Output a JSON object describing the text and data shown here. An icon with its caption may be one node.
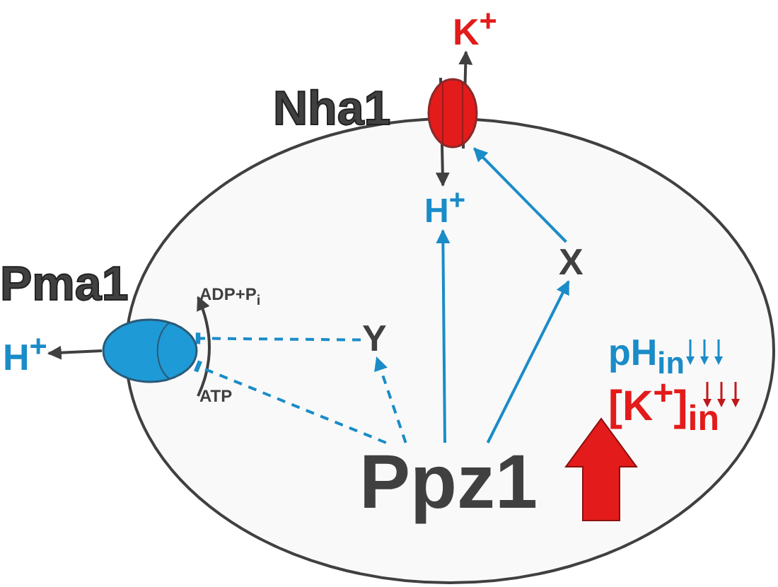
{
  "diagram": {
    "nodes": [
      {
        "text": [
          "Nha1"
        ]
      },
      {
        "text": [
          "K$^{+}$"
        ]
      },
      {
        "text": [
          "H$^{+}$"
        ]
      },
      {
        "text": [
          "Pma1"
        ]
      },
      {
        "text": [
          "H$^{+}$"
        ]
      },
      {
        "text": [
          "ADP+P$_{i}$"
        ]
      },
      {
        "text": [
          "ATP"
        ]
      },
      {
        "text": [
          "Y"
        ]
      },
      {
        "text": [
          "X"
        ]
      },
      {
        "text": [
          "Ppz1"
        ]
      }
    ],
    "edges": [
      {
        "from": 0,
        "to": 1,
        "arrow": "to",
        "color": "#404040"
      },
      {
        "from": 0,
        "to": 2,
        "arrow": "to",
        "color": "#404040"
      },
      {
        "from": 3,
        "to": 4,
        "arrow": "to",
        "color": "#404040"
      },
      {
        "from": 6,
        "to": 5,
        "arrow": "to",
        "color": "#404040"
      },
      {
        "from": 7,
        "to": 3,
        "arrow": "other",
        "style": "dashed"
      },
      {
        "from": 9,
        "to": 3,
        "arrow": "other",
        "style": "dashed"
      },
      {
        "from": 9,
        "to": 7,
        "arrow": "to",
        "style": "dashed"
      },
      {
        "from": 9,
        "to": 2,
        "arrow": "to"
      },
      {
        "from": 9,
        "to": 8,
        "arrow": "to"
      },
      {
        "from": 8,
        "to": 0,
        "arrow": "to"
      }
    ],
    "labels": [
      "pH$_{in}$",
      "[K$^{+}$]$_{in}$"
    ]
  }
}
